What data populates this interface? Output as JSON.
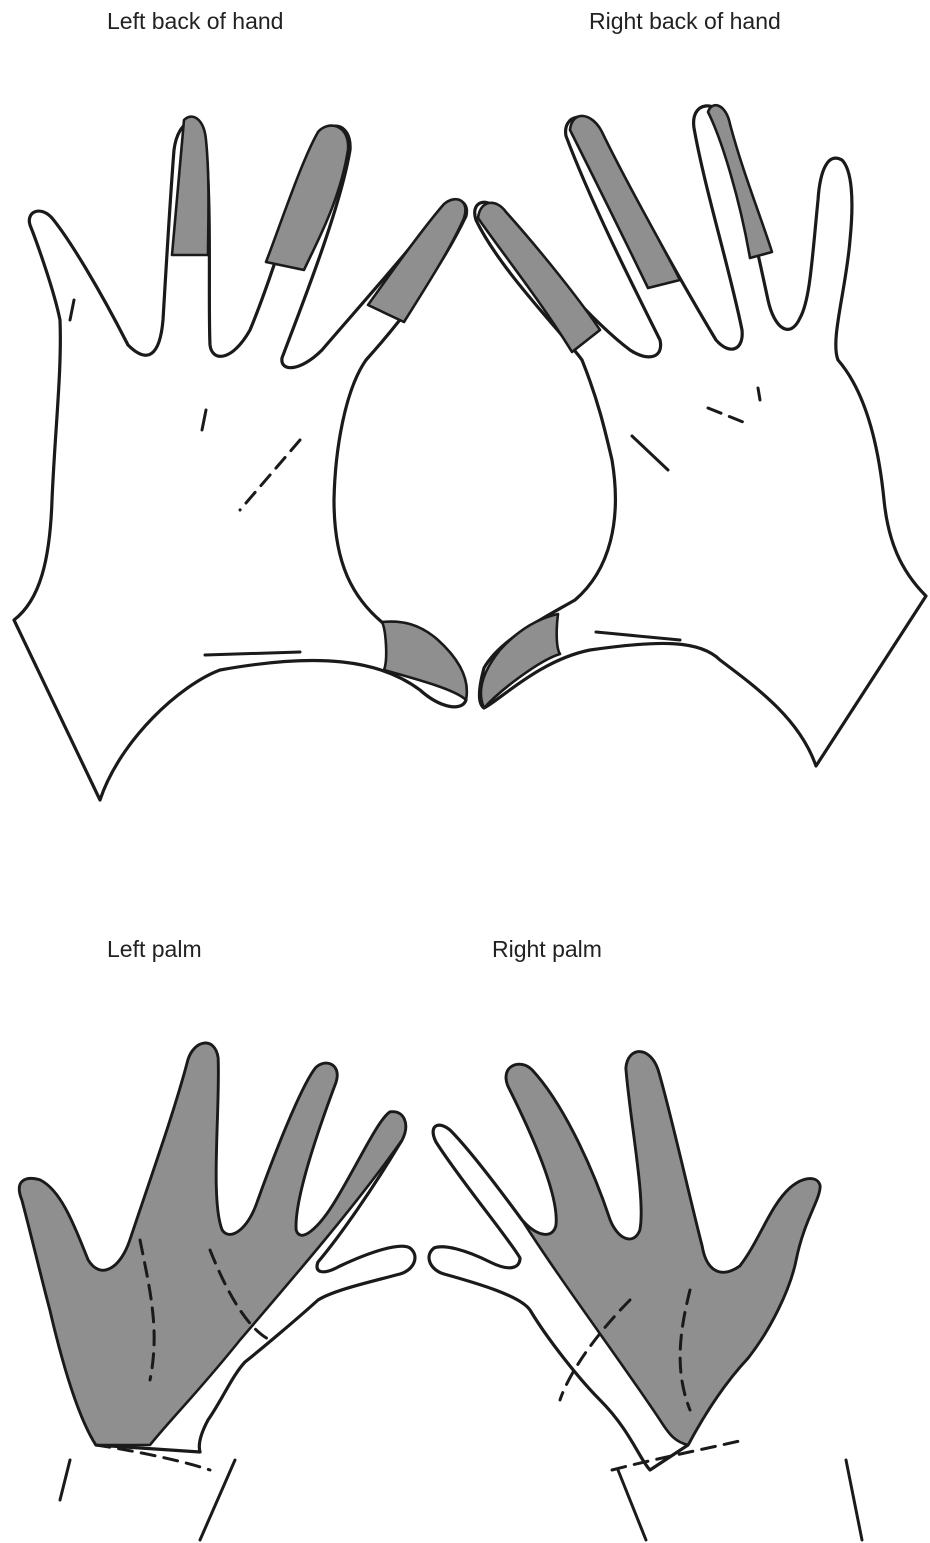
{
  "labels": {
    "left_back": "Left back of hand",
    "right_back": "Right back of hand",
    "left_palm": "Left palm",
    "right_palm": "Right palm"
  },
  "colors": {
    "shade": "#8f8f8f",
    "outline": "#1a1a1a",
    "background": "#ffffff"
  }
}
